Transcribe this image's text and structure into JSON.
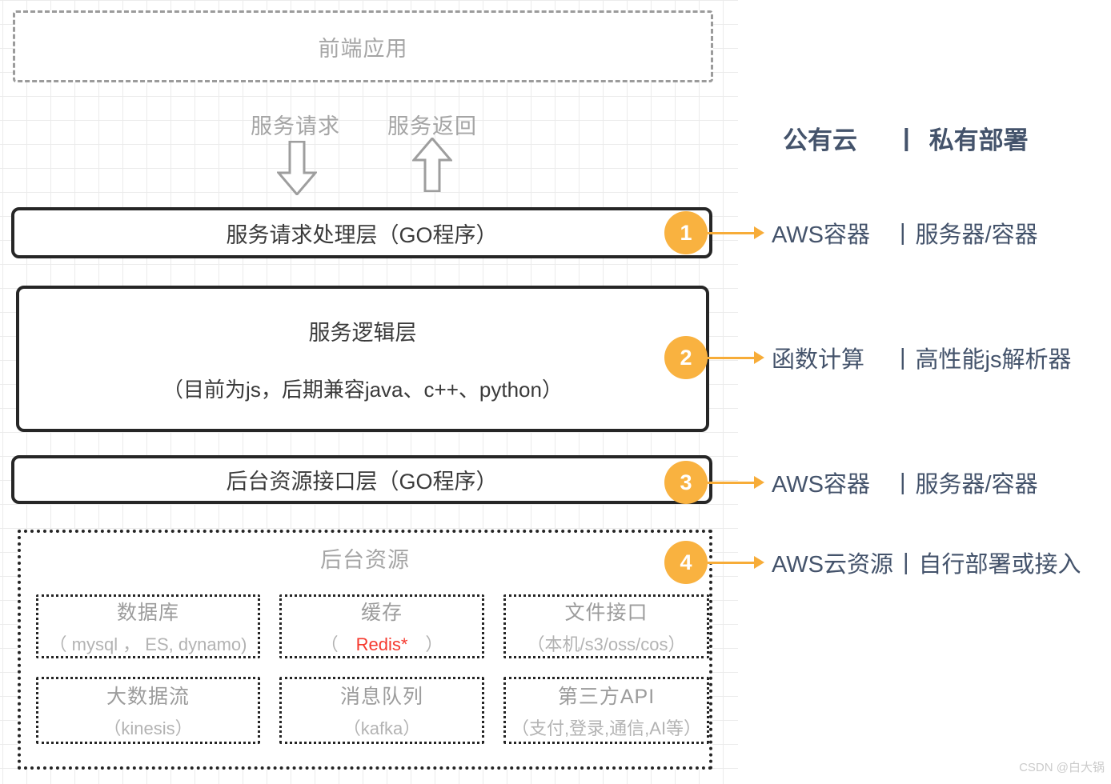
{
  "palette": {
    "badge_color": "#F9B240",
    "arrow_color": "#F7AC38",
    "annotation_text_color": "#44536B",
    "highlight_color": "#f5392e",
    "grid_color": "#ebebeb",
    "border_dark": "#262626",
    "gray_text": "#a5a5a5"
  },
  "frontend": {
    "label": "前端应用"
  },
  "flow": {
    "request_label": "服务请求",
    "response_label": "服务返回"
  },
  "layers": {
    "request_layer": {
      "title": "服务请求处理层（GO程序）"
    },
    "logic_layer": {
      "title": "服务逻辑层",
      "subtitle": "（目前为js，后期兼容java、c++、python）"
    },
    "interface_layer": {
      "title": "后台资源接口层（GO程序）"
    }
  },
  "backend": {
    "title": "后台资源",
    "resources": [
      {
        "title": "数据库",
        "subtitle": "（ mysql ， ES, dynamo)"
      },
      {
        "title": "缓存",
        "sub_prefix": "（　",
        "sub_highlight": "Redis*",
        "sub_suffix": "　）"
      },
      {
        "title": "文件接口",
        "subtitle": "（本机/s3/oss/cos）"
      },
      {
        "title": "大数据流",
        "subtitle": "（kinesis）"
      },
      {
        "title": "消息队列",
        "subtitle": "（kafka）"
      },
      {
        "title": "第三方API",
        "subtitle": "（支付,登录,通信,AI等）"
      }
    ]
  },
  "annotations": {
    "header": {
      "left": "公有云",
      "separator": "|",
      "right": "私有部署"
    },
    "rows": [
      {
        "num": "1",
        "left": "AWS容器",
        "separator": "|",
        "right": "服务器/容器"
      },
      {
        "num": "2",
        "left": "函数计算",
        "separator": "|",
        "right": "高性能js解析器"
      },
      {
        "num": "3",
        "left": "AWS容器",
        "separator": "|",
        "right": "服务器/容器"
      },
      {
        "num": "4",
        "left": "AWS云资源",
        "separator": "|",
        "right": "自行部署或接入"
      }
    ]
  },
  "watermark": "CSDN @白大锅"
}
